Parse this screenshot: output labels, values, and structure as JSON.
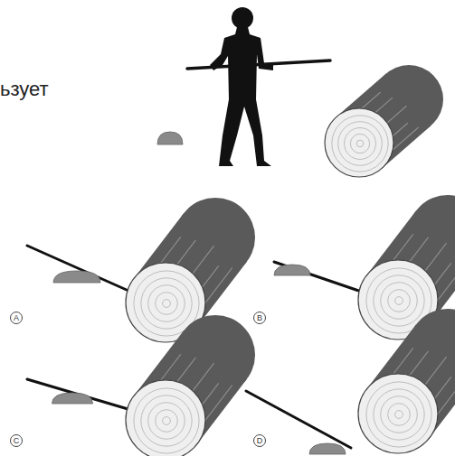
{
  "diagram": {
    "nodes": [
      {
        "text": [
          "A"
        ]
      },
      {
        "text": [
          "B"
        ]
      },
      {
        "text": [
          "C"
        ]
      },
      {
        "text": [
          "D"
        ]
      }
    ],
    "labels": [
      "ьзует"
    ]
  }
}
